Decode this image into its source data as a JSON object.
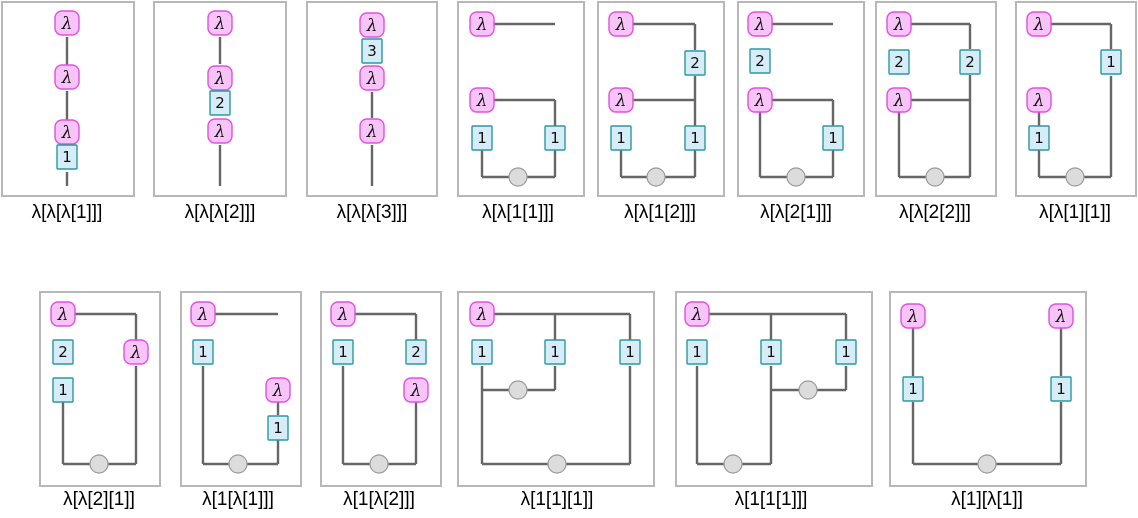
{
  "symbols": {
    "lambda": "λ"
  },
  "diagrams": [
    {
      "caption": "λ[λ[λ[1]]]",
      "boxes": [
        "λ",
        "λ",
        "λ",
        "1"
      ]
    },
    {
      "caption": "λ[λ[λ[2]]]",
      "boxes": [
        "λ",
        "λ",
        "2",
        "λ"
      ]
    },
    {
      "caption": "λ[λ[λ[3]]]",
      "boxes": [
        "λ",
        "3",
        "λ",
        "λ"
      ]
    },
    {
      "caption": "λ[λ[1[1]]]",
      "boxes": [
        "λ",
        "λ",
        "1",
        "1"
      ]
    },
    {
      "caption": "λ[λ[1[2]]]",
      "boxes": [
        "λ",
        "2",
        "λ",
        "1",
        "1"
      ]
    },
    {
      "caption": "λ[λ[2[1]]]",
      "boxes": [
        "λ",
        "2",
        "λ",
        "1"
      ]
    },
    {
      "caption": "λ[λ[2[2]]]",
      "boxes": [
        "λ",
        "2",
        "2",
        "λ"
      ]
    },
    {
      "caption": "λ[λ[1][1]]",
      "boxes": [
        "λ",
        "1",
        "λ",
        "1"
      ]
    },
    {
      "caption": "λ[λ[2][1]]",
      "boxes": [
        "λ",
        "2",
        "λ",
        "1"
      ]
    },
    {
      "caption": "λ[1[λ[1]]]",
      "boxes": [
        "λ",
        "1",
        "λ",
        "1"
      ]
    },
    {
      "caption": "λ[1[λ[2]]]",
      "boxes": [
        "λ",
        "1",
        "2",
        "λ"
      ]
    },
    {
      "caption": "λ[1[1][1]]",
      "boxes": [
        "λ",
        "1",
        "1",
        "1"
      ]
    },
    {
      "caption": "λ[1[1[1]]]",
      "boxes": [
        "λ",
        "1",
        "1",
        "1"
      ]
    },
    {
      "caption": "λ[1][λ[1]]",
      "boxes": [
        "λ",
        "λ",
        "1",
        "1"
      ]
    }
  ]
}
